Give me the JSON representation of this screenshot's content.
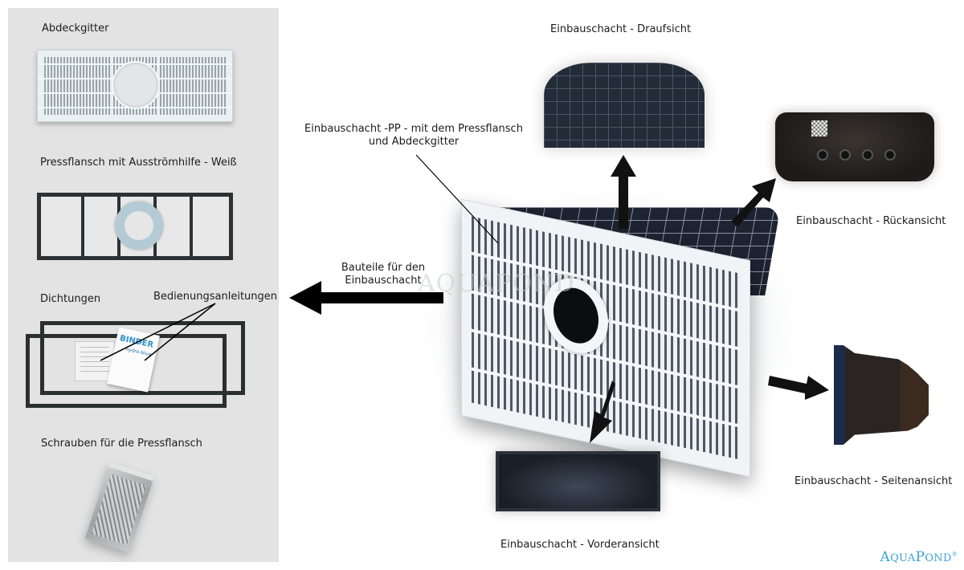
{
  "parts_panel": {
    "items": [
      {
        "label": "Abdeckgitter"
      },
      {
        "label": "Pressflansch mit Ausströmhilfe - Weiß"
      },
      {
        "label": "Dichtungen"
      },
      {
        "label": "Bedienungsanleitungen"
      },
      {
        "label": "Schrauben für die Pressflansch"
      }
    ],
    "manual_brand": "BINDER",
    "manual_subbrand": "hydro-blue"
  },
  "main": {
    "product_label_line1": "Einbauschacht -PP - mit dem Pressflansch",
    "product_label_line2": "und Abdeckgitter",
    "parts_arrow_label_line1": "Bauteile für den",
    "parts_arrow_label_line2": "Einbauschacht",
    "watermark": "AQUAPOND"
  },
  "views": {
    "top": "Einbauschacht - Draufsicht",
    "back": "Einbauschacht - Rückansicht",
    "side": "Einbauschacht - Seitenansicht",
    "front": "Einbauschacht - Vorderansicht"
  },
  "logo": {
    "first": "A",
    "first_small": "QUA",
    "second": "P",
    "second_small": "OND",
    "mark": "®",
    "color": "#3aa3d4"
  }
}
